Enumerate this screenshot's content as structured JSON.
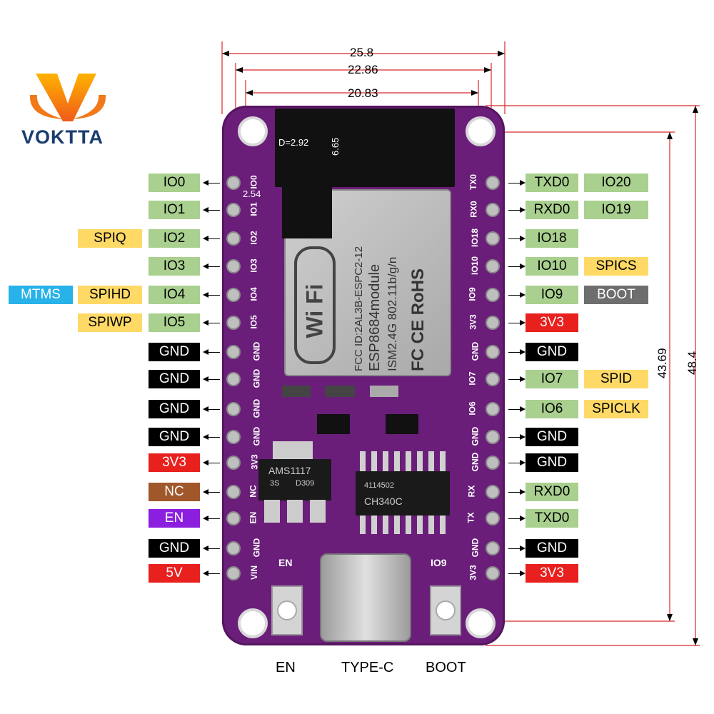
{
  "brand": {
    "name": "VOKTTA"
  },
  "dimensions": {
    "width_outer": "25.8",
    "width_mid": "22.86",
    "width_inner": "20.83",
    "hole_d": "D=2.92",
    "pitch": "2.54",
    "antenna": "6.65",
    "height_inner": "43.69",
    "height_outer": "48.4"
  },
  "module": {
    "fcc": "FCC ID:2AL3B-ESPC2-12",
    "model": "ESP8684module",
    "band": "ISM2.4G 802.11b/g/n",
    "marks": "FC CE RoHS",
    "wifi": "Wi Fi"
  },
  "chips": {
    "regulator": "AMS1117",
    "reg_sub1": "3S",
    "reg_sub2": "D309",
    "usb": "CH340C",
    "usb_sub": "4114502"
  },
  "board_labels": {
    "en": "EN",
    "io9": "IO9"
  },
  "left_silk": [
    "IO0",
    "IO1",
    "IO2",
    "IO3",
    "IO4",
    "IO5",
    "GND",
    "GND",
    "GND",
    "GND",
    "3V3",
    "NC",
    "EN",
    "GND",
    "VIN"
  ],
  "right_silk": [
    "TX0",
    "RX0",
    "IO18",
    "IO10",
    "IO9",
    "3V3",
    "GND",
    "IO7",
    "IO6",
    "GND",
    "GND",
    "RX",
    "TX",
    "GND",
    "3V3"
  ],
  "left_pins": [
    {
      "primary": "IO0",
      "secondary": "",
      "tertiary": "",
      "color": "#a9d08e"
    },
    {
      "primary": "IO1",
      "secondary": "",
      "tertiary": "",
      "color": "#a9d08e"
    },
    {
      "primary": "IO2",
      "secondary": "SPIQ",
      "tertiary": "",
      "color": "#a9d08e"
    },
    {
      "primary": "IO3",
      "secondary": "",
      "tertiary": "",
      "color": "#a9d08e"
    },
    {
      "primary": "IO4",
      "secondary": "SPIHD",
      "tertiary": "MTMS",
      "color": "#a9d08e"
    },
    {
      "primary": "IO5",
      "secondary": "SPIWP",
      "tertiary": "",
      "color": "#a9d08e"
    },
    {
      "primary": "GND",
      "secondary": "",
      "tertiary": "",
      "color": "#000000"
    },
    {
      "primary": "GND",
      "secondary": "",
      "tertiary": "",
      "color": "#000000"
    },
    {
      "primary": "GND",
      "secondary": "",
      "tertiary": "",
      "color": "#000000"
    },
    {
      "primary": "GND",
      "secondary": "",
      "tertiary": "",
      "color": "#000000"
    },
    {
      "primary": "3V3",
      "secondary": "",
      "tertiary": "",
      "color": "#e8201e"
    },
    {
      "primary": "NC",
      "secondary": "",
      "tertiary": "",
      "color": "#a0572a"
    },
    {
      "primary": "EN",
      "secondary": "",
      "tertiary": "",
      "color": "#8c1ee0"
    },
    {
      "primary": "GND",
      "secondary": "",
      "tertiary": "",
      "color": "#000000"
    },
    {
      "primary": "5V",
      "secondary": "",
      "tertiary": "",
      "color": "#e8201e"
    }
  ],
  "right_pins": [
    {
      "primary": "TXD0",
      "secondary": "IO20",
      "color": "#a9d08e"
    },
    {
      "primary": "RXD0",
      "secondary": "IO19",
      "color": "#a9d08e"
    },
    {
      "primary": "IO18",
      "secondary": "",
      "color": "#a9d08e"
    },
    {
      "primary": "IO10",
      "secondary": "SPICS",
      "color": "#a9d08e"
    },
    {
      "primary": "IO9",
      "secondary": "BOOT",
      "color": "#a9d08e"
    },
    {
      "primary": "3V3",
      "secondary": "",
      "color": "#e8201e"
    },
    {
      "primary": "GND",
      "secondary": "",
      "color": "#000000"
    },
    {
      "primary": "IO7",
      "secondary": "SPID",
      "color": "#a9d08e"
    },
    {
      "primary": "IO6",
      "secondary": "SPICLK",
      "color": "#a9d08e"
    },
    {
      "primary": "GND",
      "secondary": "",
      "color": "#000000"
    },
    {
      "primary": "GND",
      "secondary": "",
      "color": "#000000"
    },
    {
      "primary": "RXD0",
      "secondary": "",
      "color": "#a9d08e"
    },
    {
      "primary": "TXD0",
      "secondary": "",
      "color": "#a9d08e"
    },
    {
      "primary": "GND",
      "secondary": "",
      "color": "#000000"
    },
    {
      "primary": "3V3",
      "secondary": "",
      "color": "#e8201e"
    }
  ],
  "captions": {
    "en": "EN",
    "typec": "TYPE-C",
    "boot": "BOOT"
  }
}
